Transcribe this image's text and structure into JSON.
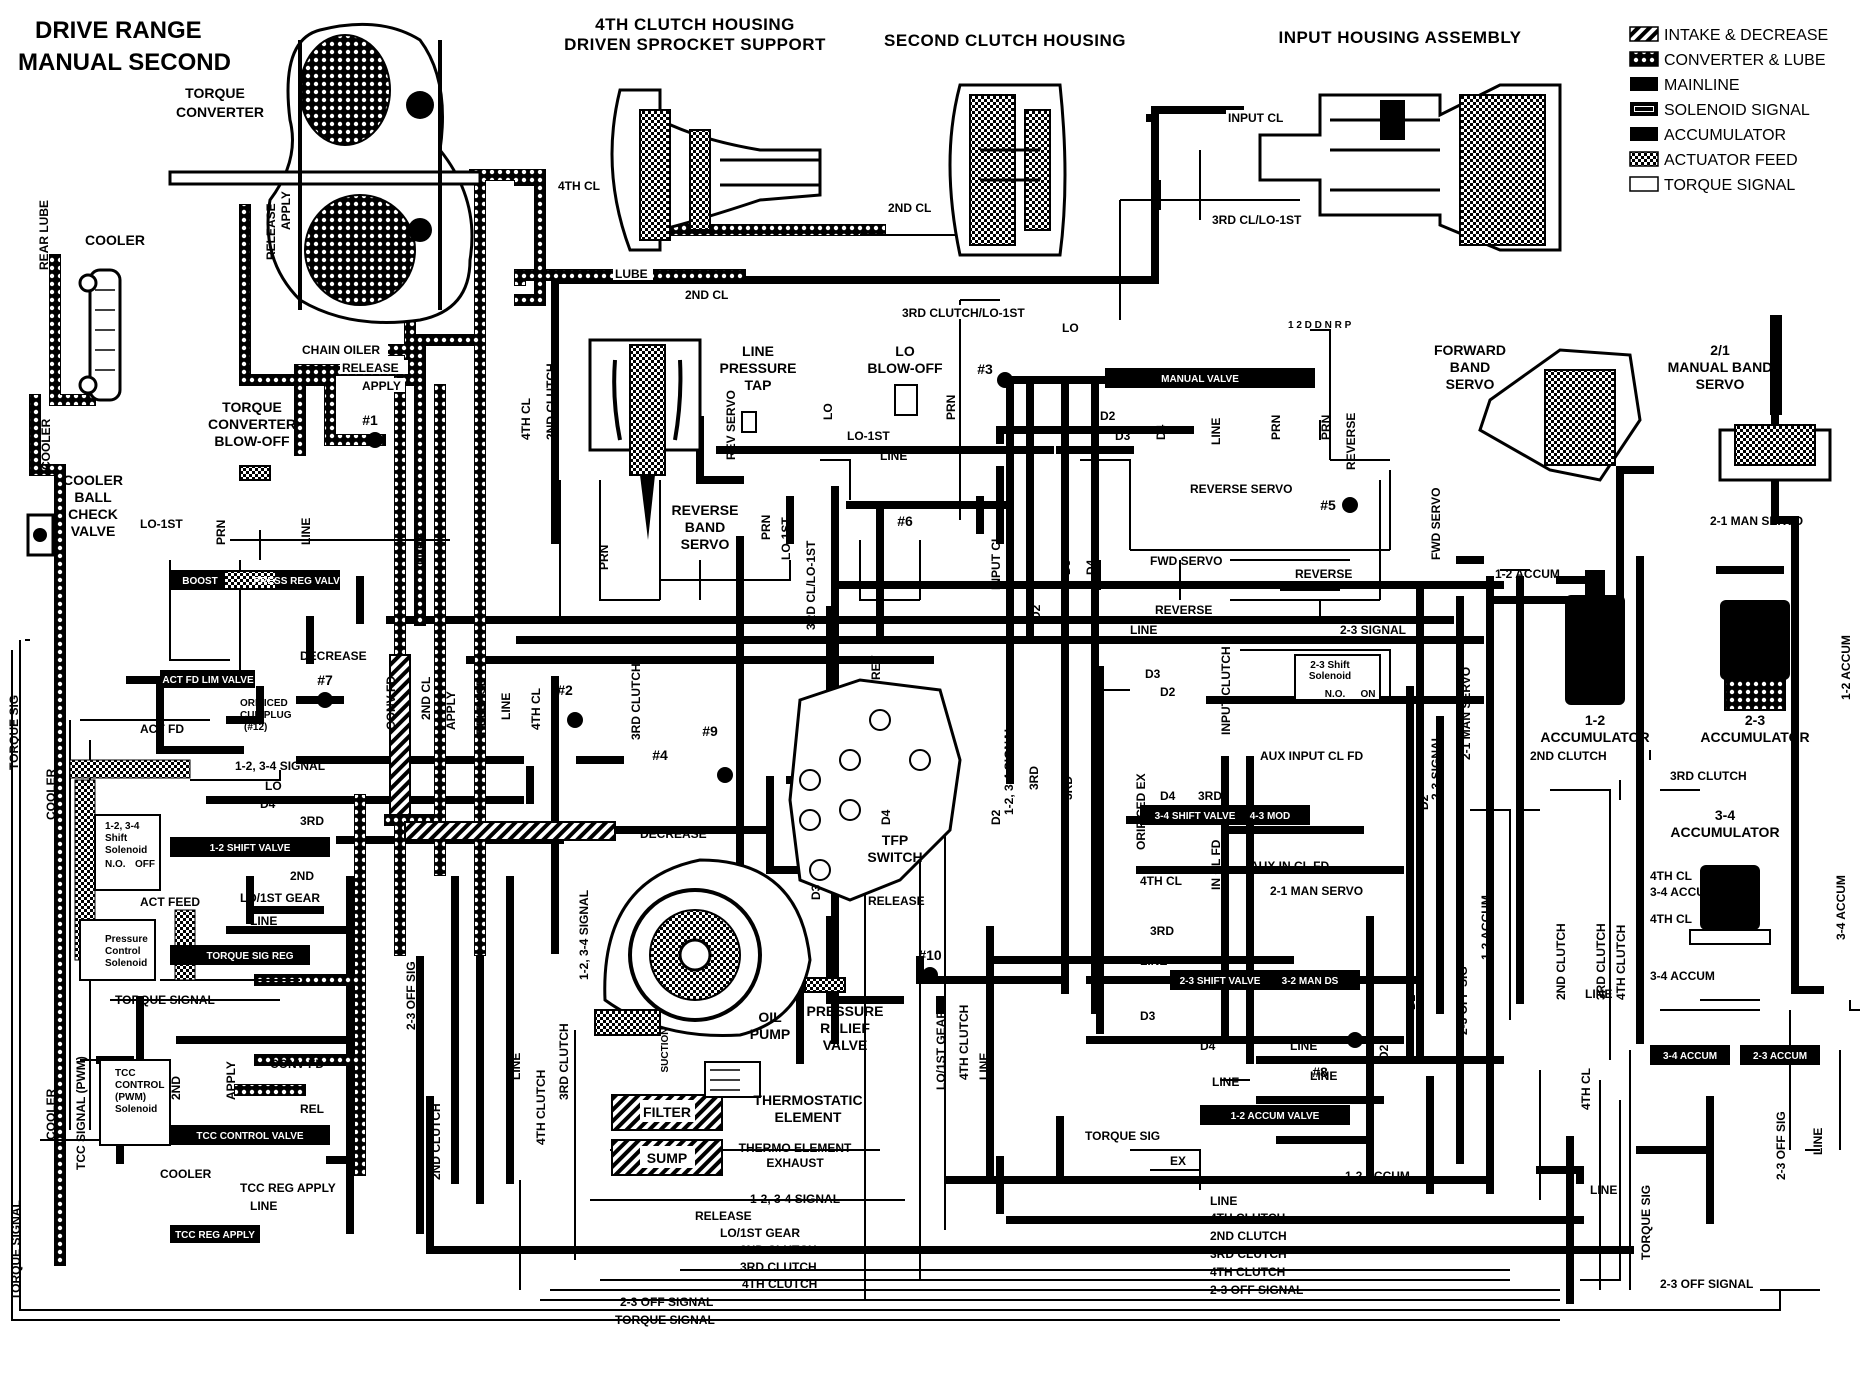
{
  "title": {
    "line1": "DRIVE RANGE",
    "line2": "MANUAL SECOND"
  },
  "headers": {
    "fourth_clutch_1": "4TH CLUTCH HOUSING",
    "fourth_clutch_2": "DRIVEN SPROCKET SUPPORT",
    "second_clutch": "SECOND CLUTCH HOUSING",
    "input_housing": "INPUT HOUSING ASSEMBLY"
  },
  "legend": [
    {
      "key": "intake",
      "label": "INTAKE & DECREASE"
    },
    {
      "key": "converter",
      "label": "CONVERTER & LUBE"
    },
    {
      "key": "mainline",
      "label": "MAINLINE"
    },
    {
      "key": "solenoid",
      "label": "SOLENOID SIGNAL"
    },
    {
      "key": "accumulator",
      "label": "ACCUMULATOR"
    },
    {
      "key": "actuator",
      "label": "ACTUATOR FEED"
    },
    {
      "key": "torque",
      "label": "TORQUE SIGNAL"
    }
  ],
  "components": {
    "torque_converter_1": "TORQUE",
    "torque_converter_2": "CONVERTER",
    "cooler": "COOLER",
    "cooler_ball_1": "COOLER",
    "cooler_ball_2": "BALL",
    "cooler_ball_3": "CHECK",
    "cooler_ball_4": "VALVE",
    "tc_blowoff_1": "TORQUE",
    "tc_blowoff_2": "CONVERTER",
    "tc_blowoff_3": "BLOW-OFF",
    "line_tap_1": "LINE",
    "line_tap_2": "PRESSURE",
    "line_tap_3": "TAP",
    "lo_blowoff_1": "LO",
    "lo_blowoff_2": "BLOW-OFF",
    "reverse_servo_1": "REVERSE",
    "reverse_servo_2": "BAND",
    "reverse_servo_3": "SERVO",
    "forward_servo_1": "FORWARD",
    "forward_servo_2": "BAND",
    "forward_servo_3": "SERVO",
    "manual_band_1": "2/1",
    "manual_band_2": "MANUAL BAND",
    "manual_band_3": "SERVO",
    "oil_pump_1": "OIL",
    "oil_pump_2": "PUMP",
    "relief_1": "PRESSURE",
    "relief_2": "RELIEF",
    "relief_3": "VALVE",
    "thermo_1": "THERMOSTATIC",
    "thermo_2": "ELEMENT",
    "thermo_ex_1": "THERMO ELEMENT",
    "thermo_ex_2": "EXHAUST",
    "filter": "FILTER",
    "sump": "SUMP",
    "suction": "SUCTION",
    "tfp_1": "TFP",
    "tfp_2": "SWITCH",
    "acc12_1": "1-2",
    "acc12_2": "ACCUMULATOR",
    "acc23_1": "2-3",
    "acc23_2": "ACCUMULATOR",
    "acc34_1": "3-4",
    "acc34_2": "ACCUMULATOR"
  },
  "valves": {
    "manual": "MANUAL VALVE",
    "press_reg": "PRESS REG VALVE",
    "boost": "BOOST",
    "act_fd_lim": "ACT FD LIM VALVE",
    "shift12": "1-2 SHIFT VALVE",
    "torque_sig_reg": "TORQUE SIG REG",
    "tcc_control": "TCC CONTROL VALVE",
    "tcc_reg": "TCC REG APPLY",
    "shift34": "3-4 SHIFT VALVE",
    "mod43": "4-3 MOD",
    "shift23": "2-3 SHIFT VALVE",
    "mod32": "3-2 MAN DS",
    "accum12": "1-2 ACCUM VALVE",
    "accum34": "3-4 ACCUM",
    "accum23": "2-3 ACCUM",
    "shift23_sol_1": "2-3 Shift",
    "shift23_sol_2": "Solenoid",
    "shift23_sol_3": "N.O.",
    "shift23_sol_4": "ON",
    "shift12_sol_1": "1-2, 3-4",
    "shift12_sol_2": "Shift",
    "shift12_sol_3": "Solenoid",
    "shift12_sol_4": "N.O.",
    "shift12_sol_5": "OFF",
    "pcs_1": "Pressure",
    "pcs_2": "Control",
    "pcs_3": "Solenoid",
    "tcc_sol_1": "TCC",
    "tcc_sol_2": "CONTROL",
    "tcc_sol_3": "(PWM)",
    "tcc_sol_4": "Solenoid",
    "orificed_cup_1": "ORIFICED",
    "orificed_cup_2": "CUP PLUG",
    "orificed_cup_3": "(#12)",
    "orificed_ex": "ORIFICED EX"
  },
  "passages": {
    "fourth_cl": "4TH CL",
    "lube": "LUBE",
    "second_cl": "2ND CL",
    "input_cl": "INPUT CL",
    "third_cl_lo1": "3RD CL/LO-1ST",
    "third_clutch_lo1": "3RD CLUTCH/LO-1ST",
    "lo": "LO",
    "chain_oiler": "CHAIN OILER",
    "release": "RELEASE",
    "apply": "APPLY",
    "rear_lube": "REAR LUBE",
    "cooler": "COOLER",
    "lo_1st": "LO-1ST",
    "line": "LINE",
    "prn": "PRN",
    "rev_servo": "REV SERVO",
    "reverse_servo": "REVERSE SERVO",
    "reverse": "REVERSE",
    "fwd_servo": "FWD SERVO",
    "man_servo_21": "2-1 MAN SERVO",
    "accum_12": "1-2 ACCUM",
    "accum_34": "3-4 ACCUM",
    "signal_23": "2-3 SIGNAL",
    "decrease": "DECREASE",
    "act_fd": "ACT FD",
    "act_feed": "ACT FEED",
    "conv_fd": "CONV FD",
    "signal_1234": "1-2, 3-4 SIGNAL",
    "d4": "D4",
    "d3": "D3",
    "d2": "D2",
    "d2_alt": "D2",
    "second": "2ND",
    "third": "3RD",
    "third_clutch": "3RD CLUTCH",
    "second_clutch": "2ND CLUTCH",
    "fourth_clutch": "4TH CLUTCH",
    "second_cl_v": "2ND CL",
    "torque_signal": "TORQUE SIGNAL",
    "torque_sig": "TORQUE SIG",
    "off_sig_23": "2-3 OFF SIG",
    "off_signal_23": "2-3 OFF SIGNAL",
    "lo1st_gear": "LO/1ST GEAR",
    "aux_input": "AUX INPUT CL FD",
    "aux_in": "AUX IN CL FD",
    "in_cl_fd": "IN CL FD",
    "input_clutch": "INPUT CLUTCH",
    "tcc_signal": "TCC SIGNAL (PWM)",
    "tcc_reg_apply": "TCC REG APPLY",
    "rel": "REL",
    "ex": "EX",
    "rev": "REV",
    "ranges": "1 2 D D N R P"
  },
  "checkballs": [
    "#1",
    "#2",
    "#3",
    "#4",
    "#5",
    "#6",
    "#7",
    "#8",
    "#9",
    "#10"
  ],
  "colors": {
    "ink": "#000000",
    "paper": "#ffffff"
  }
}
